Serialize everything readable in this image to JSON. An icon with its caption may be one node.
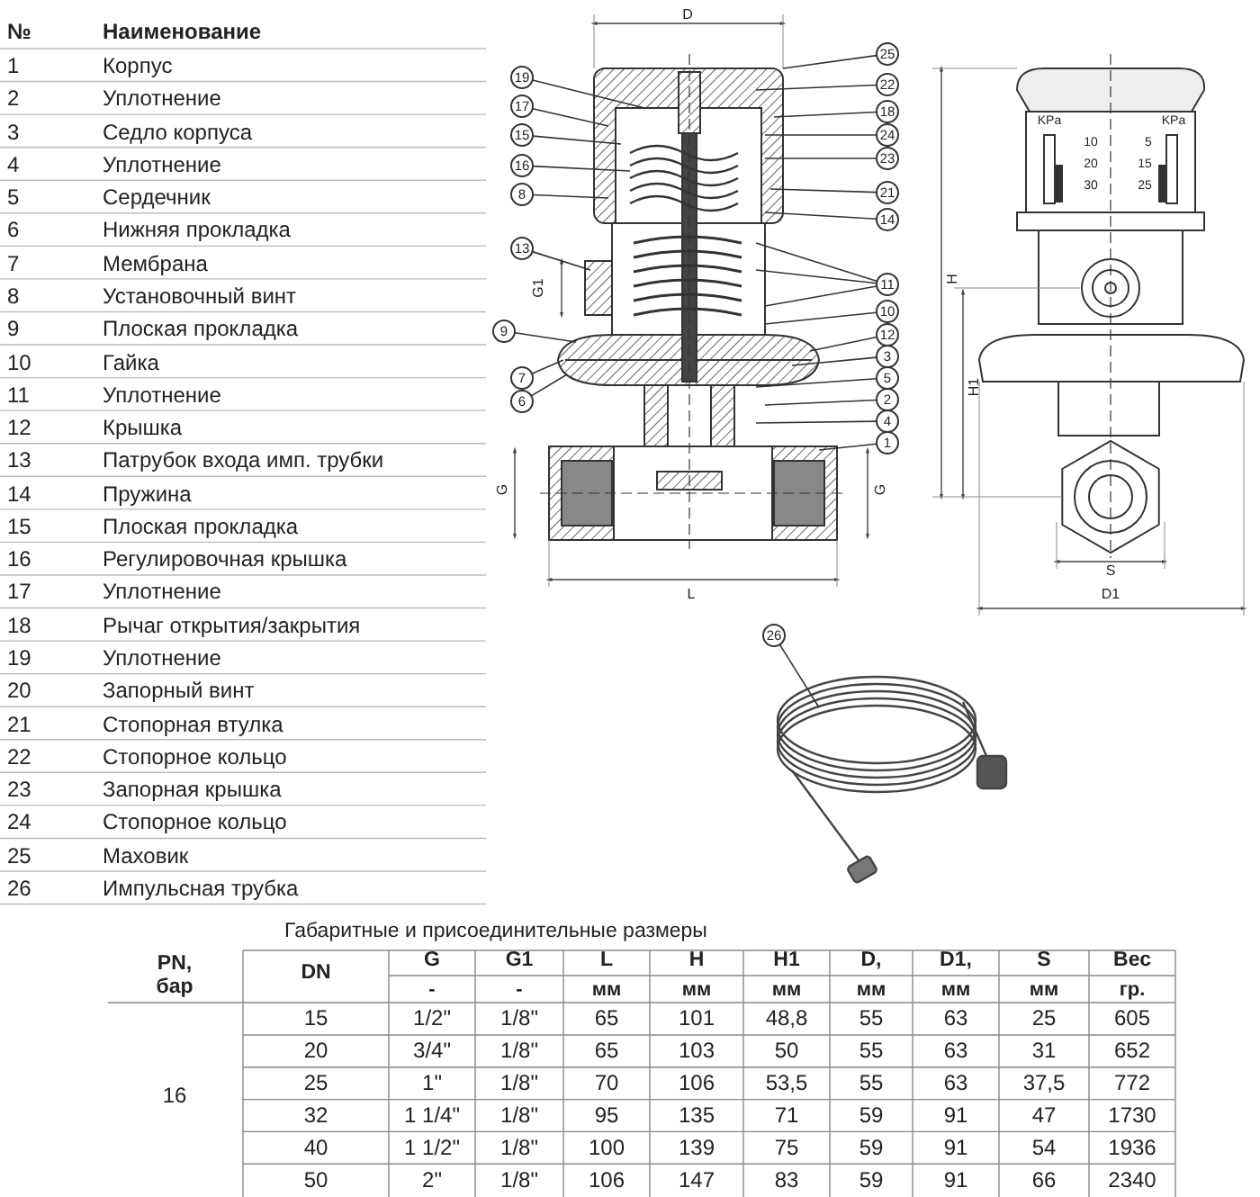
{
  "diagram": {
    "nodes": [
      {
        "text": [
          "1"
        ]
      },
      {
        "text": [
          "2"
        ]
      },
      {
        "text": [
          "3"
        ]
      },
      {
        "text": [
          "4"
        ]
      },
      {
        "text": [
          "5"
        ]
      },
      {
        "text": [
          "6"
        ]
      },
      {
        "text": [
          "7"
        ]
      },
      {
        "text": [
          "8"
        ]
      },
      {
        "text": [
          "9"
        ]
      },
      {
        "text": [
          "10"
        ]
      },
      {
        "text": [
          "11"
        ]
      },
      {
        "text": [
          "12"
        ]
      },
      {
        "text": [
          "13"
        ]
      },
      {
        "text": [
          "14"
        ]
      },
      {
        "text": [
          "15"
        ]
      },
      {
        "text": [
          "16"
        ]
      },
      {
        "text": [
          "17"
        ]
      },
      {
        "text": [
          "18"
        ]
      },
      {
        "text": [
          "19"
        ]
      },
      {
        "text": [
          "21"
        ]
      },
      {
        "text": [
          "22"
        ]
      },
      {
        "text": [
          "23"
        ]
      },
      {
        "text": [
          "24"
        ]
      },
      {
        "text": [
          "25"
        ]
      },
      {
        "text": [
          "26"
        ]
      }
    ],
    "edges": [
      {
        "from": 0,
        "to": null,
        "arrow": "none"
      },
      {
        "from": 1,
        "to": null,
        "arrow": "none"
      },
      {
        "from": 2,
        "to": null,
        "arrow": "none"
      },
      {
        "from": 3,
        "to": null,
        "arrow": "none"
      },
      {
        "from": 4,
        "to": null,
        "arrow": "none"
      },
      {
        "from": 5,
        "to": null,
        "arrow": "none"
      },
      {
        "from": 6,
        "to": null,
        "arrow": "none"
      },
      {
        "from": 7,
        "to": null,
        "arrow": "none"
      },
      {
        "from": 8,
        "to": null,
        "arrow": "none"
      },
      {
        "from": 9,
        "to": null,
        "arrow": "none"
      },
      {
        "from": 10,
        "to": null,
        "arrow": "none"
      },
      {
        "from": 10,
        "to": null,
        "arrow": "none"
      },
      {
        "from": 10,
        "to": null,
        "arrow": "none"
      },
      {
        "from": 11,
        "to": null,
        "arrow": "none"
      },
      {
        "from": 12,
        "to": null,
        "arrow": "none"
      },
      {
        "from": 13,
        "to": null,
        "arrow": "none"
      },
      {
        "from": 14,
        "to": null,
        "arrow": "none"
      },
      {
        "from": 15,
        "to": null,
        "arrow": "none"
      },
      {
        "from": 16,
        "to": null,
        "arrow": "none"
      },
      {
        "from": 17,
        "to": null,
        "arrow": "none"
      },
      {
        "from": 18,
        "to": null,
        "arrow": "none"
      },
      {
        "from": 19,
        "to": null,
        "arrow": "none"
      },
      {
        "from": 20,
        "to": null,
        "arrow": "none"
      },
      {
        "from": 21,
        "to": null,
        "arrow": "none"
      },
      {
        "from": 22,
        "to": null,
        "arrow": "none"
      },
      {
        "from": 23,
        "to": null,
        "arrow": "none"
      },
      {
        "from": 24,
        "to": null,
        "arrow": "none"
      }
    ],
    "labels": [
      "№",
      "Наименование",
      "1",
      "Корпус",
      "2",
      "Уплотнение",
      "3",
      "Седло корпуса",
      "4",
      "Уплотнение",
      "5",
      "Сердечник",
      "6",
      "Нижняя прокладка",
      "7",
      "Мембрана",
      "8",
      "Установочный винт",
      "9",
      "Плоская прокладка",
      "10",
      "Гайка",
      "11",
      "Уплотнение",
      "12",
      "Крышка",
      "13",
      "Патрубок входа имп. трубки",
      "14",
      "Пружина",
      "15",
      "Плоская прокладка",
      "16",
      "Регулировочная крышка",
      "17",
      "Уплотнение",
      "18",
      "Рычаг открытия/закрытия",
      "19",
      "Уплотнение",
      "20",
      "Запорный винт",
      "21",
      "Стопорная втулка",
      "22",
      "Стопорное кольцо",
      "23",
      "Запорная крышка",
      "24",
      "Стопорное кольцо",
      "25",
      "Маховик",
      "26",
      "Импульсная трубка",
      "D",
      "G1",
      "G",
      "G",
      "L",
      "H",
      "H1",
      "S",
      "D1",
      "KPa",
      "10",
      "20",
      "30",
      "KPa",
      "5",
      "15",
      "25",
      "Габаритные и присоединительные размеры",
      "PN, бар",
      "DN",
      "G",
      "G1",
      "L",
      "H",
      "H1",
      "D,",
      "D1,",
      "S",
      "Вес",
      "-",
      "-",
      "мм",
      "мм",
      "мм",
      "мм",
      "мм",
      "мм",
      "гр.",
      "16",
      "15",
      "1/2\"",
      "1/8\"",
      "65",
      "101",
      "48,8",
      "55",
      "63",
      "25",
      "605",
      "20",
      "3/4\"",
      "1/8\"",
      "65",
      "103",
      "50",
      "55",
      "63",
      "31",
      "652",
      "25",
      "1\"",
      "1/8\"",
      "70",
      "106",
      "53,5",
      "55",
      "63",
      "37,5",
      "772",
      "32",
      "1 1/4\"",
      "1/8\"",
      "95",
      "135",
      "71",
      "59",
      "91",
      "47",
      "1730",
      "40",
      "1 1/2\"",
      "1/8\"",
      "100",
      "139",
      "75",
      "59",
      "91",
      "54",
      "1936",
      "50",
      "2\"",
      "1/8\"",
      "106",
      "147",
      "83",
      "59",
      "91",
      "66",
      "2340"
    ]
  }
}
